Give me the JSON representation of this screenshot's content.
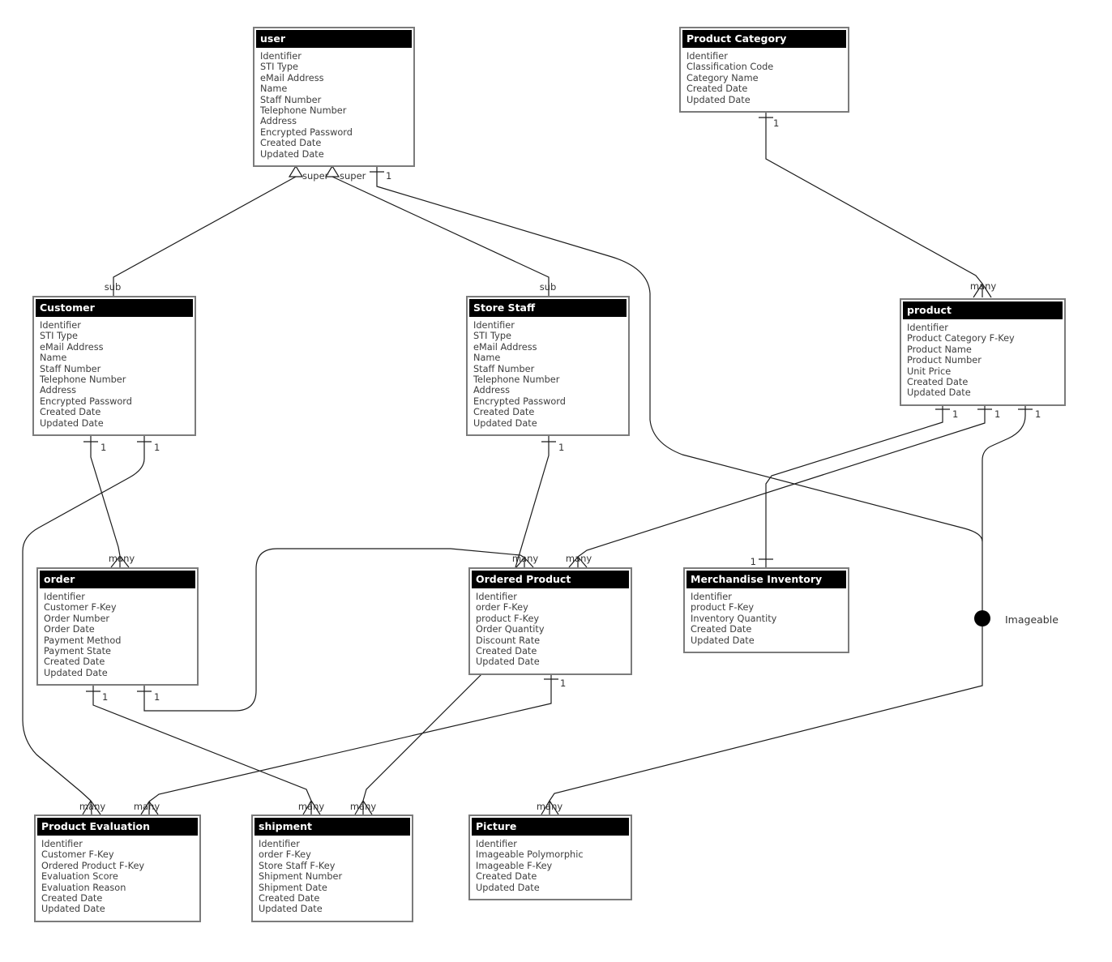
{
  "diagram": {
    "type": "entity-relationship-diagram",
    "colors": {
      "background": "#ffffff",
      "line": "#1c1c1c",
      "header_bg": "#000000",
      "header_text": "#ffffff",
      "box_border": "#7b7b7b",
      "field_text": "#3d3d3d",
      "label_text": "#333333"
    }
  },
  "entities": {
    "user": {
      "title": "user",
      "fields": [
        "Identifier",
        "STI Type",
        "eMail Address",
        "Name",
        "Staff Number",
        "Telephone Number",
        "Address",
        "Encrypted Password",
        "Created Date",
        "Updated Date"
      ]
    },
    "product_category": {
      "title": "Product Category",
      "fields": [
        "Identifier",
        "Classification Code",
        "Category Name",
        "Created Date",
        "Updated Date"
      ]
    },
    "customer": {
      "title": "Customer",
      "fields": [
        "Identifier",
        "STI Type",
        "eMail Address",
        "Name",
        "Staff Number",
        "Telephone Number",
        "Address",
        "Encrypted Password",
        "Created Date",
        "Updated Date"
      ]
    },
    "store_staff": {
      "title": "Store Staff",
      "fields": [
        "Identifier",
        "STI Type",
        "eMail Address",
        "Name",
        "Staff Number",
        "Telephone Number",
        "Address",
        "Encrypted Password",
        "Created Date",
        "Updated Date"
      ]
    },
    "product": {
      "title": "product",
      "fields": [
        "Identifier",
        "Product Category F-Key",
        "Product Name",
        "Product Number",
        "Unit Price",
        "Created Date",
        "Updated Date"
      ]
    },
    "order": {
      "title": "order",
      "fields": [
        "Identifier",
        "Customer F-Key",
        "Order Number",
        "Order Date",
        "Payment Method",
        "Payment State",
        "Created Date",
        "Updated Date"
      ]
    },
    "ordered_product": {
      "title": "Ordered Product",
      "fields": [
        "Identifier",
        "order F-Key",
        "product F-Key",
        "Order Quantity",
        "Discount Rate",
        "Created Date",
        "Updated Date"
      ]
    },
    "merchandise_inventory": {
      "title": "Merchandise Inventory",
      "fields": [
        "Identifier",
        "product F-Key",
        "Inventory Quantity",
        "Created Date",
        "Updated Date"
      ]
    },
    "product_evaluation": {
      "title": "Product Evaluation",
      "fields": [
        "Identifier",
        "Customer F-Key",
        "Ordered Product F-Key",
        "Evaluation Score",
        "Evaluation Reason",
        "Created Date",
        "Updated Date"
      ]
    },
    "shipment": {
      "title": "shipment",
      "fields": [
        "Identifier",
        "order F-Key",
        "Store Staff F-Key",
        "Shipment Number",
        "Shipment Date",
        "Created Date",
        "Updated Date"
      ]
    },
    "picture": {
      "title": "Picture",
      "fields": [
        "Identifier",
        "Imageable Polymorphic",
        "Imageable F-Key",
        "Created Date",
        "Updated Date"
      ]
    }
  },
  "labels": {
    "super_left": "super",
    "super_right": "super",
    "user_one": "1",
    "product_category_one": "1",
    "product_many": "many",
    "sub_customer": "sub",
    "sub_store_staff": "sub",
    "customer_one_left": "1",
    "customer_one_right": "1",
    "store_staff_one": "1",
    "order_many": "many",
    "order_one_left": "1",
    "order_one_right": "1",
    "ordered_product_many_left": "many",
    "ordered_product_many_right": "many",
    "ordered_product_one": "1",
    "product_one_left": "1",
    "product_one_mid": "1",
    "product_one_right": "1",
    "merchandise_one": "1",
    "product_evaluation_many_left": "many",
    "product_evaluation_many_right": "many",
    "shipment_many_left": "many",
    "shipment_many_right": "many",
    "picture_many": "many",
    "imageable": "Imageable"
  }
}
